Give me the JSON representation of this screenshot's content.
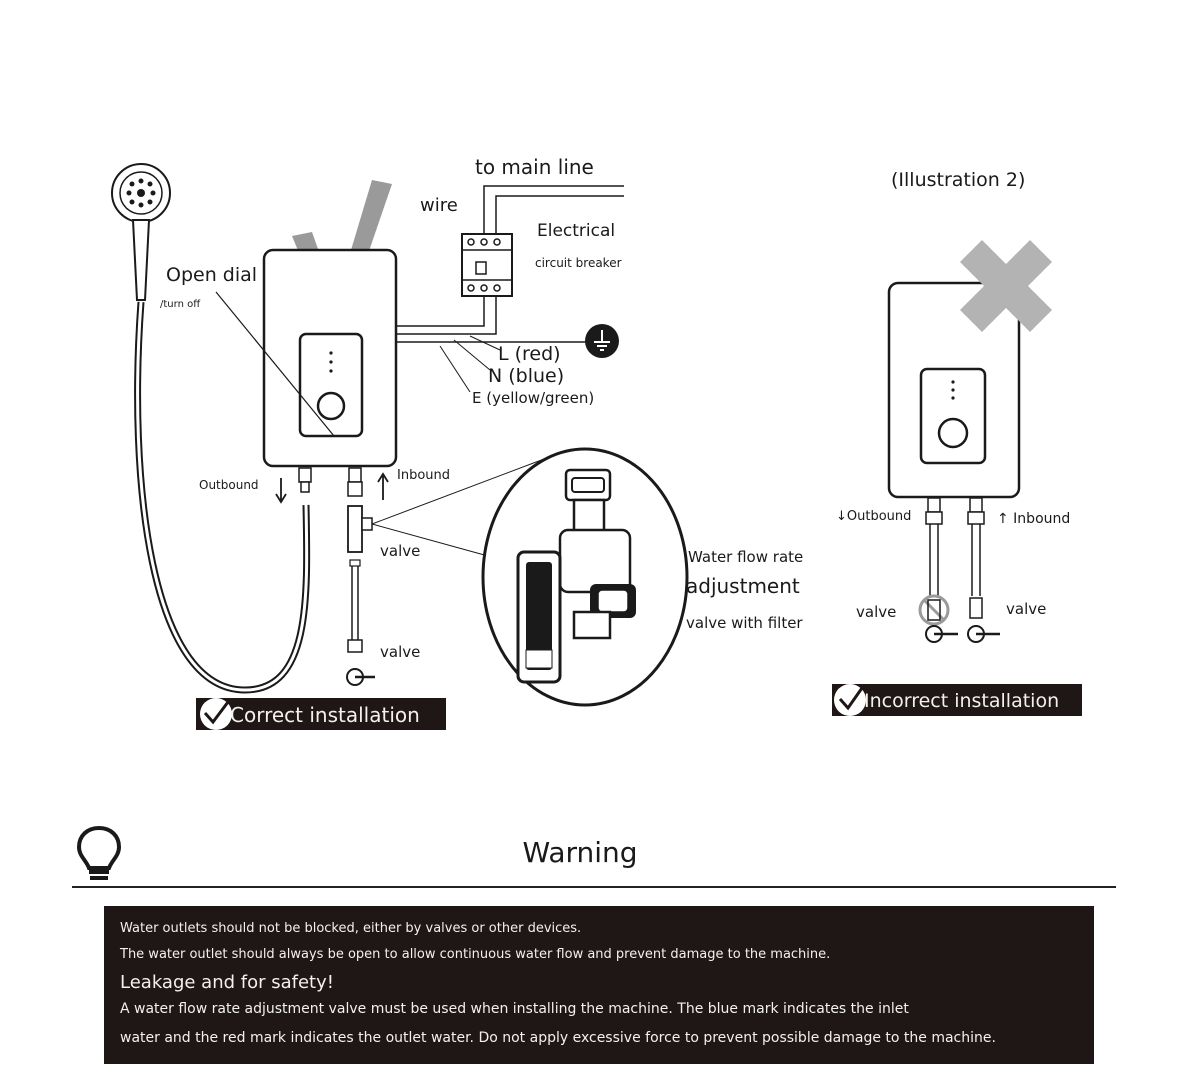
{
  "diagram": {
    "to_main_line": "to main line",
    "wire": "wire",
    "electrical": "Electrical",
    "circuit_breaker": "circuit breaker",
    "open_dial": "Open dial",
    "turn_off": "/turn off",
    "l_red": "L (red)",
    "n_blue": "N (blue)",
    "e_yellow_green": "E (yellow/green)",
    "outbound": "Outbound",
    "inbound": "Inbound",
    "valve_1": "valve",
    "valve_2": "valve",
    "water_flow_rate": "Water flow rate",
    "adjustment": "adjustment",
    "valve_with_filter": "valve with filter",
    "correct_installation": "Correct installation",
    "illustration_2": "(Illustration 2)",
    "outbound_2": "↓Outbound",
    "inbound_2": "↑ Inbound",
    "valve_3": "valve",
    "valve_4": "valve",
    "incorrect_installation": "Incorrect installation"
  },
  "warning": {
    "title": "Warning",
    "line1": "Water outlets should not be blocked, either by valves or other devices.",
    "line2": "The water outlet should always be open to allow continuous water flow and prevent damage to the machine.",
    "heading": "Leakage and for safety!",
    "line3": "A water flow rate adjustment valve must be used when installing the machine. The blue mark indicates the inlet",
    "line4": "water and the red mark indicates the outlet water. Do not apply excessive force to prevent possible damage to the machine."
  },
  "colors": {
    "ink": "#1a1a1a",
    "check_grey": "#9a9a9a",
    "cross_grey": "#b3b3b3",
    "banner_bg": "#1e1716",
    "banner_text": "#f3f0ee"
  }
}
